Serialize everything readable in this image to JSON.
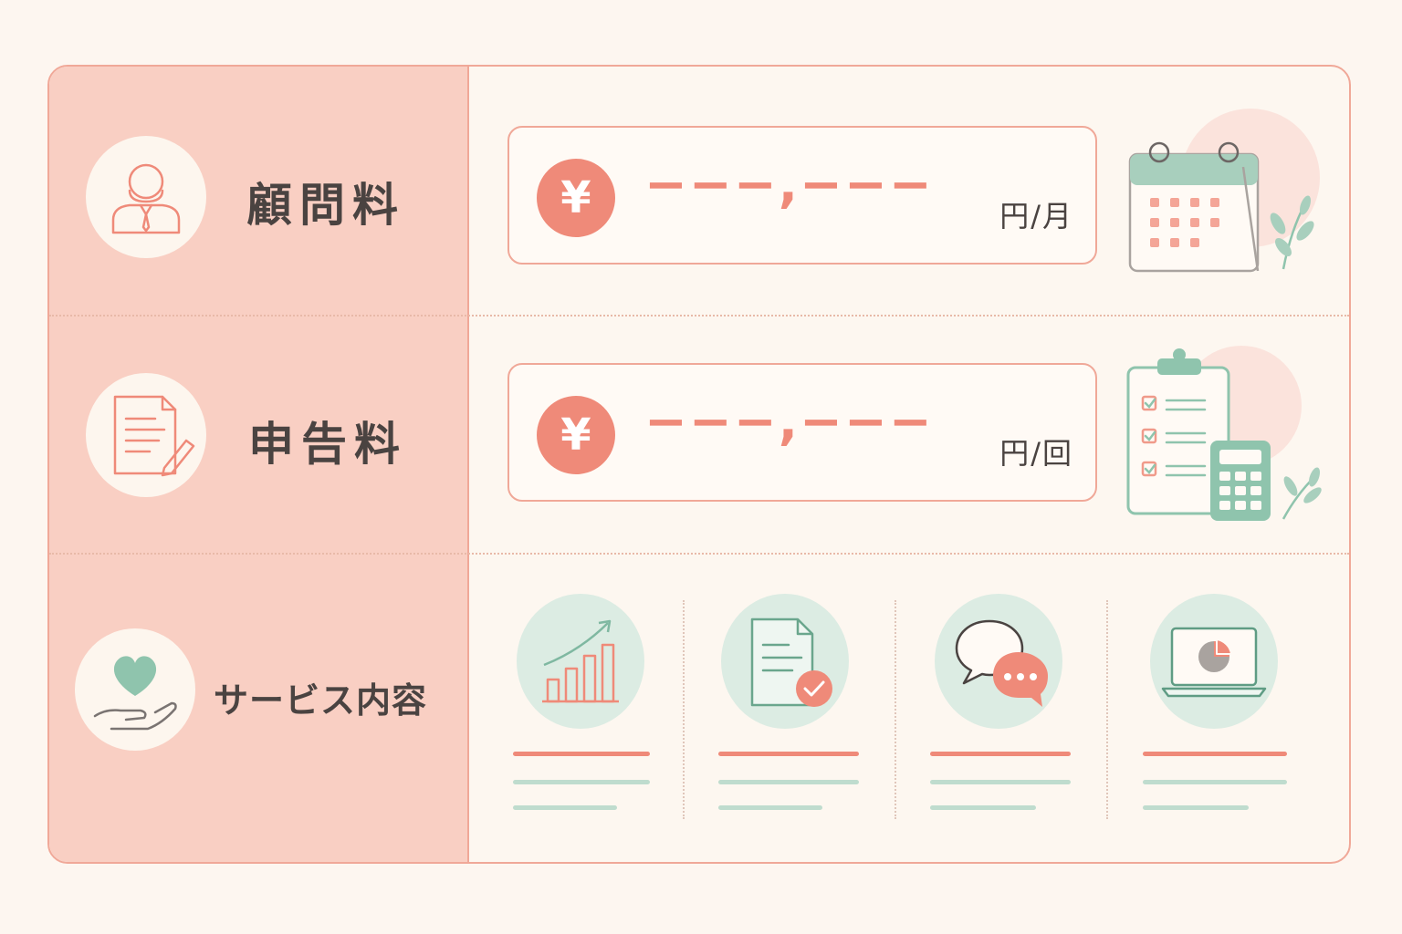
{
  "rows": [
    {
      "label": "顧問料",
      "icon": "advisor-person-icon",
      "placeholder": "−−−,−−−",
      "yen": "¥",
      "unit": "円/月",
      "illustration": "calendar-icon"
    },
    {
      "label": "申告料",
      "icon": "document-pencil-icon",
      "placeholder": "−−−,−−−",
      "yen": "¥",
      "unit": "円/回",
      "illustration": "clipboard-calculator-icon"
    },
    {
      "label": "サービス内容",
      "icon": "heart-hand-icon"
    }
  ],
  "services": [
    {
      "icon": "growth-chart-icon"
    },
    {
      "icon": "document-check-icon"
    },
    {
      "icon": "chat-bubbles-icon"
    },
    {
      "icon": "laptop-pie-chart-icon"
    }
  ],
  "colors": {
    "accent": "#ef8a79",
    "left_panel": "#f9cfc3",
    "mint": "#8fc4ad",
    "mint_light": "#dcece3",
    "background": "#fdf6f0",
    "text": "#4a4341"
  }
}
